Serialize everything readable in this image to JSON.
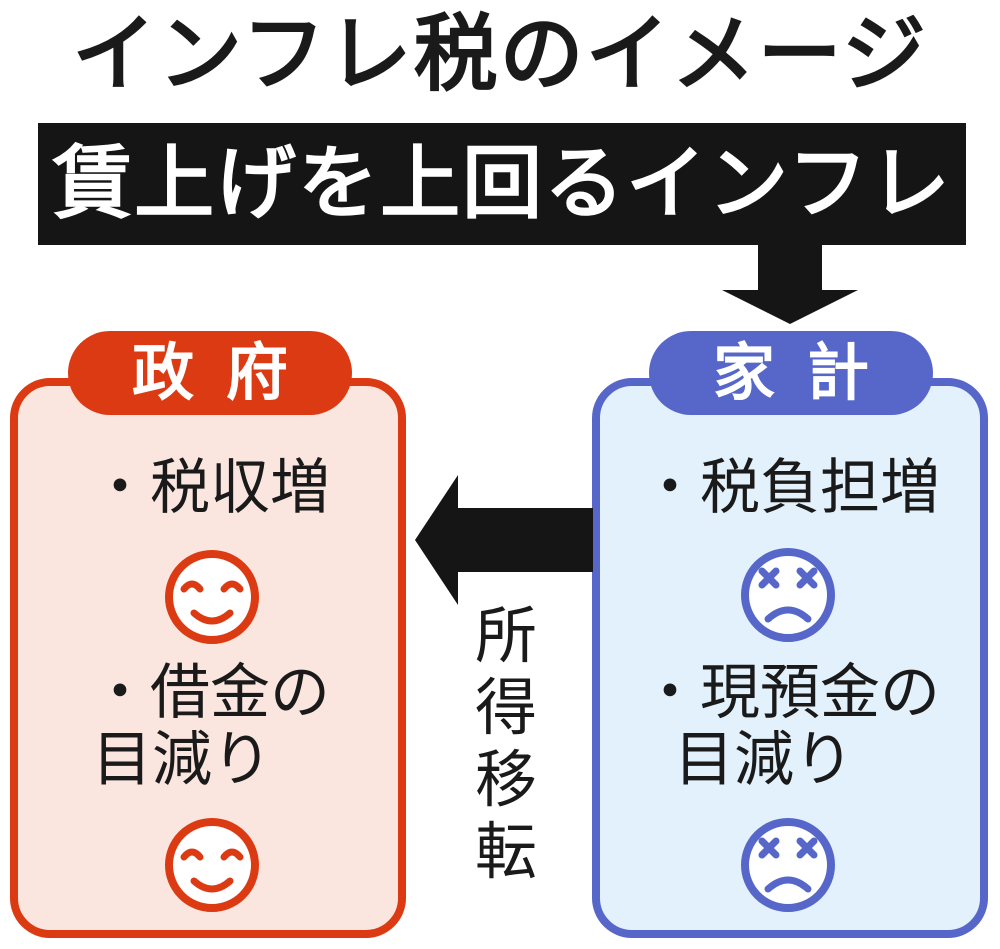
{
  "title": "インフレ税のイメージ",
  "banner": {
    "text": "賃上げを上回るインフレ"
  },
  "government": {
    "label": "政府",
    "items": [
      {
        "text": "・税収増",
        "face": "smile"
      },
      {
        "line1": "・借金の",
        "line2": "目減り",
        "face": "smile"
      }
    ],
    "color": "#dc3a12",
    "bg": "#fbe6df"
  },
  "household": {
    "label": "家計",
    "items": [
      {
        "text": "・税負担増",
        "face": "frown"
      },
      {
        "line1": "・現預金の",
        "line2": "目減り",
        "face": "frown"
      }
    ],
    "color": "#5667c9",
    "bg": "#e2f1fb"
  },
  "transfer": {
    "label": "所得移転",
    "chars": [
      "所",
      "得",
      "移",
      "転"
    ]
  },
  "arrows": {
    "down": "down-arrow",
    "left": "left-arrow",
    "color": "#151515"
  }
}
